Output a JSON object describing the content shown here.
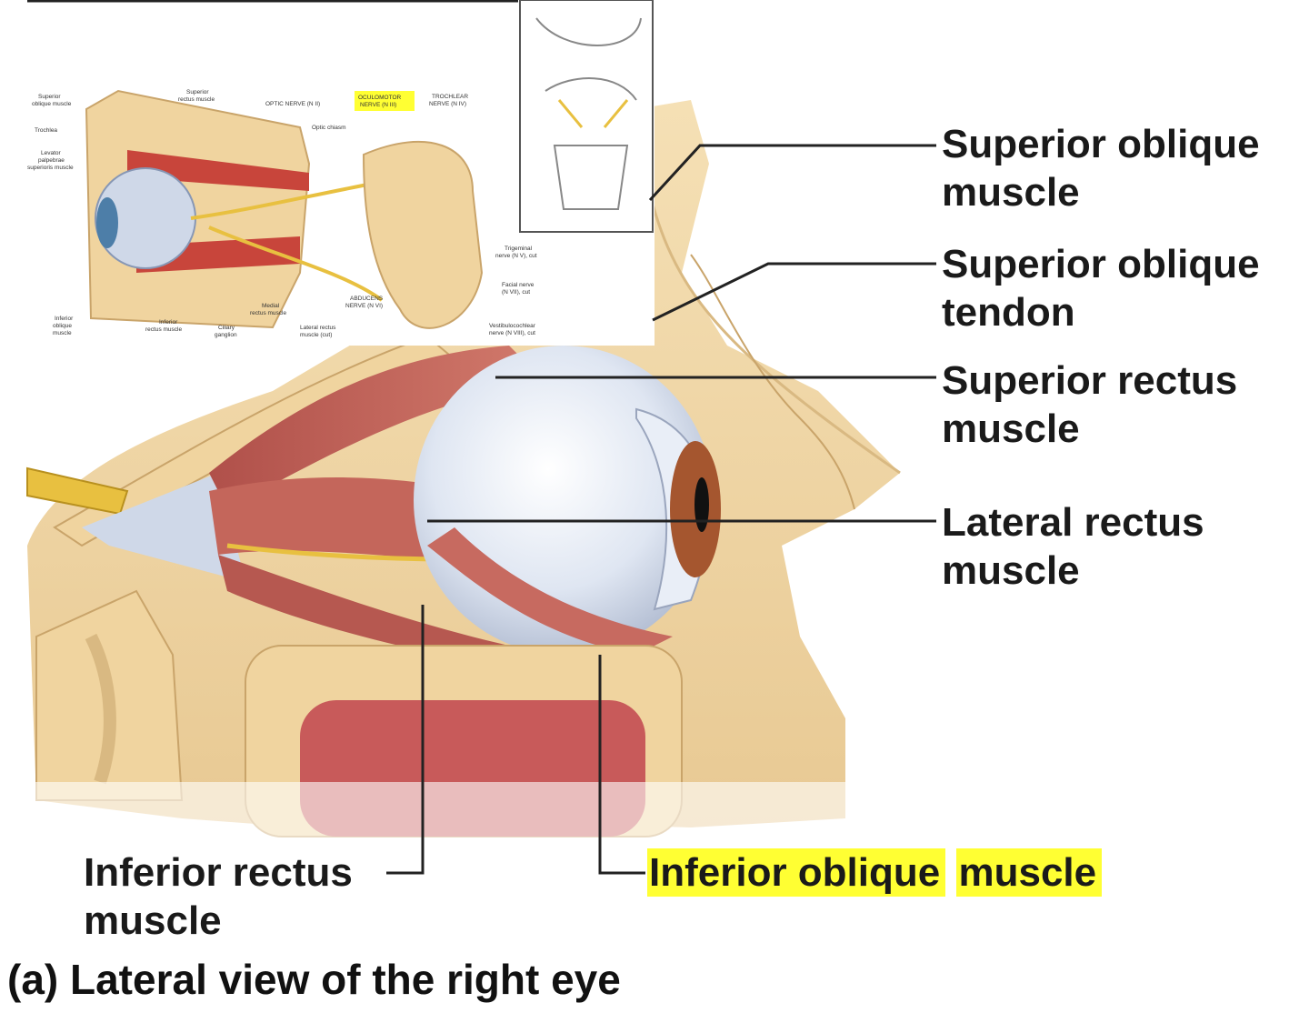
{
  "caption": "(a) Lateral view of the right eye",
  "labels": {
    "superior_oblique_muscle": [
      "Superior oblique",
      "muscle"
    ],
    "superior_oblique_tendon": [
      "Superior oblique",
      "tendon"
    ],
    "superior_rectus_muscle": [
      "Superior rectus",
      "muscle"
    ],
    "lateral_rectus_muscle": [
      "Lateral rectus",
      "muscle"
    ],
    "inferior_rectus_muscle": [
      "Inferior rectus",
      "muscle"
    ],
    "inferior_oblique_muscle": [
      "Inferior oblique",
      "muscle"
    ]
  },
  "highlighted_label": "inferior_oblique_muscle",
  "inset_labels": {
    "superior_oblique": [
      "Superior",
      "oblique muscle"
    ],
    "superior_rectus": [
      "Superior",
      "rectus muscle"
    ],
    "optic_nerve": "OPTIC NERVE (N II)",
    "oculomotor_nerve": [
      "OCULOMOTOR",
      "NERVE (N III)"
    ],
    "trochlear_nerve": [
      "TROCHLEAR",
      "NERVE (N IV)"
    ],
    "optic_chiasm": "Optic chiasm",
    "trochlea": "Trochlea",
    "levator": [
      "Levator",
      "palpebrae",
      "superioris muscle"
    ],
    "trigeminal": [
      "Trigeminal",
      "nerve (N V), cut"
    ],
    "facial": [
      "Facial nerve",
      "(N VII), cut"
    ],
    "abducens": [
      "ABDUCENS",
      "NERVE (N VI)"
    ],
    "medial_rectus": [
      "Medial",
      "rectus muscle"
    ],
    "vestibulocochlear": [
      "Vestibulocochlear",
      "nerve (N VIII), cut"
    ],
    "inferior_oblique": [
      "Inferior",
      "oblique",
      "muscle"
    ],
    "inferior_rectus": [
      "Inferior",
      "rectus muscle"
    ],
    "ciliary_ganglion": [
      "Ciliary",
      "ganglion"
    ],
    "lateral_rectus": [
      "Lateral rectus",
      "muscle (cut)"
    ]
  },
  "colors": {
    "highlight": "#ffff33",
    "bone": "#f2d9a8",
    "muscle": "#c8645a",
    "nerve": "#e8c040",
    "sinus": "#c85a5a"
  }
}
